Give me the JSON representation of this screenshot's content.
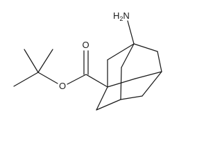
{
  "molecule": {
    "atoms": {
      "amine": {
        "symbol": "H",
        "subscript": "2",
        "element": "N"
      },
      "carbonyl_oxygen": {
        "element": "O"
      },
      "ester_oxygen": {
        "element": "O"
      }
    },
    "colors": {
      "bond": "#1a1a1a",
      "label": "#1a1a1a",
      "background": "#ffffff"
    }
  }
}
